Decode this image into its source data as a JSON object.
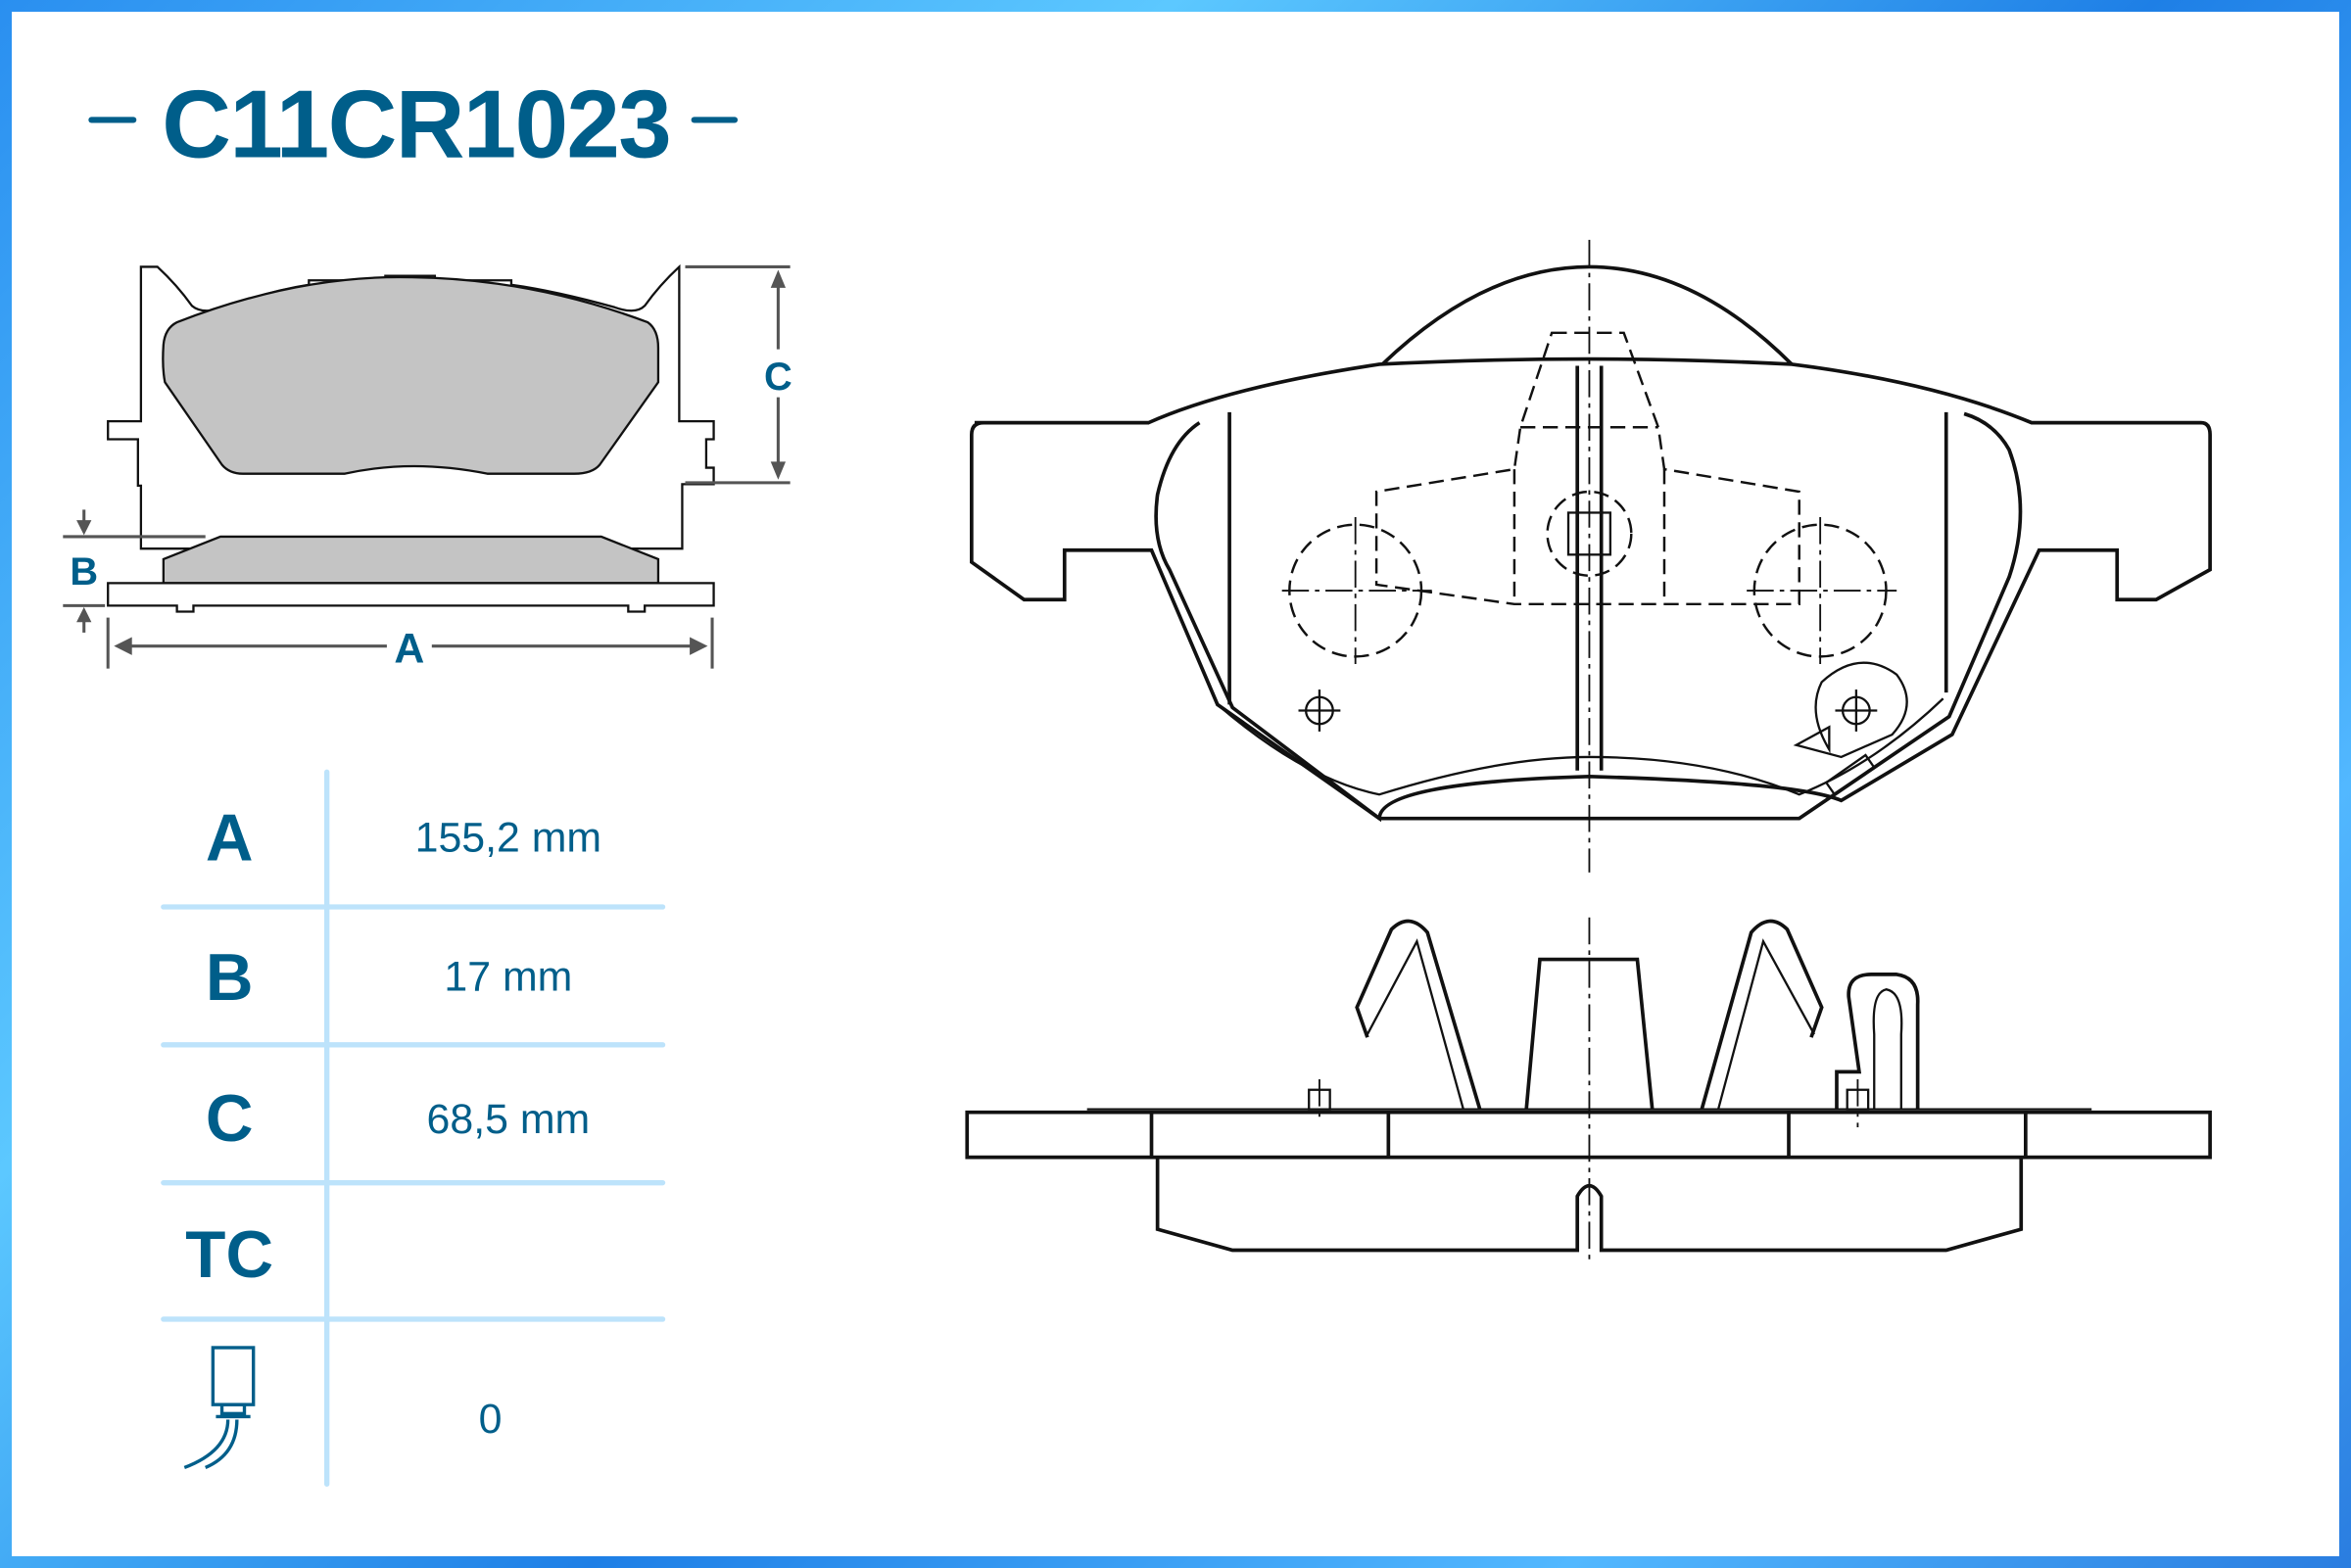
{
  "title": "C11CR1023",
  "dimension_labels": {
    "a": "A",
    "b": "B",
    "c": "C"
  },
  "specs": [
    {
      "label": "A",
      "value": "155,2 mm"
    },
    {
      "label": "B",
      "value": "17 mm"
    },
    {
      "label": "C",
      "value": "68,5 mm"
    },
    {
      "label": "TC",
      "value": ""
    },
    {
      "label_icon": "wear-sensor-icon",
      "value": "0"
    }
  ],
  "colors": {
    "brand": "#005E8A",
    "grid": "#BDE3FB",
    "friction": "#C4C4C4"
  }
}
